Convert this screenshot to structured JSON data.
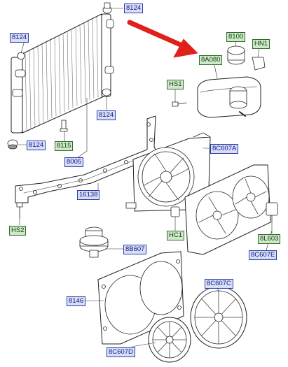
{
  "colors": {
    "callout_blue_bg": "#d9def7",
    "callout_blue_border": "#2a3fa8",
    "callout_green_bg": "#cfe9c8",
    "callout_green_border": "#2e6b2a",
    "arrow_red": "#e0201b",
    "line_art": "#222222"
  },
  "callouts": {
    "radiator_top_mount": "8124",
    "radiator_left_top_mount": "8124",
    "expansion_tank": "8A080",
    "tank_cap": "8100",
    "tank_hose_clip": "HN1",
    "tank_bolt": "HS1",
    "radiator_right_lower_mount": "8124",
    "radiator_bottom_mount": "8124",
    "drain_plug": "8115",
    "radiator": "8005",
    "fan_shroud_a": "8C607A",
    "seal_strip": "16138",
    "bracket_bolt": "HS2",
    "connector_clip": "HC1",
    "fan_shroud_e": "8C607E",
    "fan_resistor": "8L603",
    "temperature_switch": "8B607",
    "fan_shroud_frame": "8146",
    "fan_c": "8C607C",
    "fan_d": "8C607D"
  }
}
